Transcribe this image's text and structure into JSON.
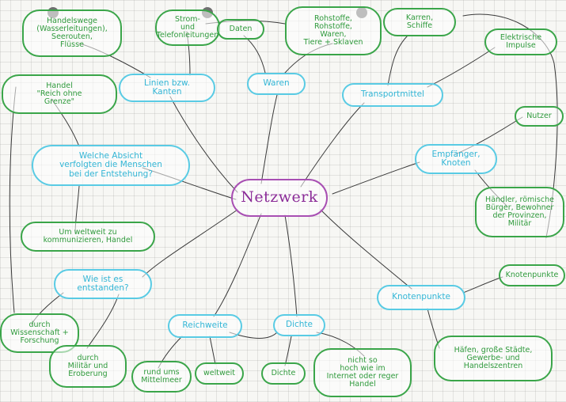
{
  "mindmap": {
    "center": "Netzwerk",
    "blue_nodes": {
      "linien": "Linien bzw.\nKanten",
      "waren": "Waren",
      "transportmittel": "Transportmittel",
      "empfaenger": "Empfänger,\nKnoten",
      "absicht": "Welche Absicht\nverfolgten die Menschen\nbei der Entstehung?",
      "entstanden": "Wie ist es\nentstanden?",
      "reichweite": "Reichweite",
      "dichte": "Dichte",
      "knotenpunkte": "Knotenpunkte"
    },
    "green_nodes": {
      "handelswege": "Handelswege\n(Wasserleitungen),\nSeerouten,\nFlüsse",
      "strom": "Strom-\nund\nTelefonleitungen",
      "daten": "Daten",
      "rohstoffe": "Rohstoffe,\nRohstoffe,\nWaren,\nTiere + Sklaven",
      "karren": "Karren,\nSchiffe",
      "impulse": "Elektrische\nImpulse",
      "handel_reich": "Handel\n\"Reich ohne\nGrenze\"",
      "nutzer": "Nutzer",
      "haendler": "Händler, römische\nBürger, Bewohner\nder Provinzen,\nMilitär",
      "kommunizieren": "Um weltweit zu\nkommunizieren, Handel",
      "knotenpunkte2": "Knotenpunkte",
      "wissenschaft": "durch\nWissenschaft +\nForschung",
      "militaer": "durch\nMilitär und\nEroberung",
      "mittelmeer": "rund ums\nMittelmeer",
      "weltweit": "weltweit",
      "dichte2": "Dichte",
      "internet": "nicht so\nhoch wie im\nInternet oder reger\nHandel",
      "haefen": "Häfen, große Städte,\nGewerbe- und\nHandelszentren"
    },
    "colors": {
      "center": "#a84fb3",
      "blue": "#59cbe4",
      "green": "#3aa549",
      "line": "#3a3a3a",
      "grid": "#c8c8c8"
    }
  }
}
